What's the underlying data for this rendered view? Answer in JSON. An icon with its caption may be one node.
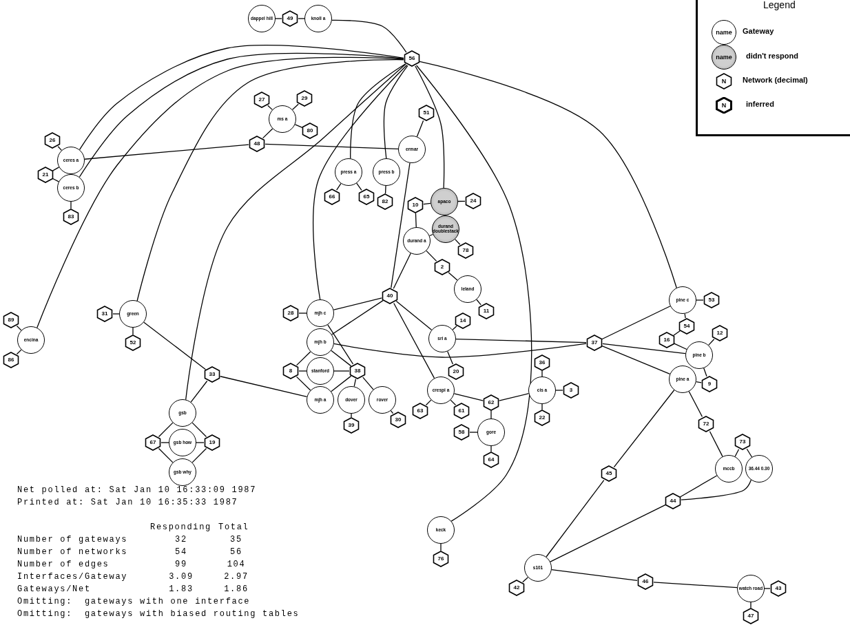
{
  "diagram": {
    "nodes": [
      {
        "text": [
          "dappel hill"
        ]
      },
      {
        "text": [
          "49"
        ]
      },
      {
        "text": [
          "knoll a"
        ]
      },
      {
        "text": [
          "56"
        ]
      },
      {
        "text": [
          "26"
        ]
      },
      {
        "text": [
          "ceres a"
        ]
      },
      {
        "text": [
          "21"
        ]
      },
      {
        "text": [
          "ceres b"
        ]
      },
      {
        "text": [
          "83"
        ]
      },
      {
        "text": [
          "27"
        ]
      },
      {
        "text": [
          "29"
        ]
      },
      {
        "text": [
          "ms a"
        ]
      },
      {
        "text": [
          "48"
        ]
      },
      {
        "text": [
          "80"
        ]
      },
      {
        "text": [
          "51"
        ]
      },
      {
        "text": [
          "ermar"
        ]
      },
      {
        "text": [
          "press a"
        ]
      },
      {
        "text": [
          "66"
        ]
      },
      {
        "text": [
          "65"
        ]
      },
      {
        "text": [
          "press b"
        ]
      },
      {
        "text": [
          "82"
        ]
      },
      {
        "text": [
          "10"
        ]
      },
      {
        "text": [
          "apaco"
        ]
      },
      {
        "text": [
          "24"
        ]
      },
      {
        "text": [
          "durand doublestack"
        ]
      },
      {
        "text": [
          "durand a"
        ]
      },
      {
        "text": [
          "78"
        ]
      },
      {
        "text": [
          "2"
        ]
      },
      {
        "text": [
          "leland"
        ]
      },
      {
        "text": [
          "11"
        ]
      },
      {
        "text": [
          "40"
        ]
      },
      {
        "text": [
          "89"
        ]
      },
      {
        "text": [
          "encina"
        ]
      },
      {
        "text": [
          "86"
        ]
      },
      {
        "text": [
          "31"
        ]
      },
      {
        "text": [
          "green"
        ]
      },
      {
        "text": [
          "52"
        ]
      },
      {
        "text": [
          "28"
        ]
      },
      {
        "text": [
          "mjh c"
        ]
      },
      {
        "text": [
          "mjh b"
        ]
      },
      {
        "text": [
          "8"
        ]
      },
      {
        "text": [
          "stanford"
        ]
      },
      {
        "text": [
          "38"
        ]
      },
      {
        "text": [
          "mjh a"
        ]
      },
      {
        "text": [
          "dover"
        ]
      },
      {
        "text": [
          "rover"
        ]
      },
      {
        "text": [
          "39"
        ]
      },
      {
        "text": [
          "30"
        ]
      },
      {
        "text": [
          "33"
        ]
      },
      {
        "text": [
          "gsb"
        ]
      },
      {
        "text": [
          "67"
        ]
      },
      {
        "text": [
          "gsb how"
        ]
      },
      {
        "text": [
          "19"
        ]
      },
      {
        "text": [
          "gsb why"
        ]
      },
      {
        "text": [
          "sri a"
        ]
      },
      {
        "text": [
          "14"
        ]
      },
      {
        "text": [
          "20"
        ]
      },
      {
        "text": [
          "crespi a"
        ]
      },
      {
        "text": [
          "63"
        ]
      },
      {
        "text": [
          "61"
        ]
      },
      {
        "text": [
          "62"
        ]
      },
      {
        "text": [
          "cis a"
        ]
      },
      {
        "text": [
          "36"
        ]
      },
      {
        "text": [
          "3"
        ]
      },
      {
        "text": [
          "22"
        ]
      },
      {
        "text": [
          "58"
        ]
      },
      {
        "text": [
          "gore"
        ]
      },
      {
        "text": [
          "64"
        ]
      },
      {
        "text": [
          "keck"
        ]
      },
      {
        "text": [
          "76"
        ]
      },
      {
        "text": [
          "37"
        ]
      },
      {
        "text": [
          "pine c"
        ]
      },
      {
        "text": [
          "53"
        ]
      },
      {
        "text": [
          "54"
        ]
      },
      {
        "text": [
          "16"
        ]
      },
      {
        "text": [
          "12"
        ]
      },
      {
        "text": [
          "pine b"
        ]
      },
      {
        "text": [
          "9"
        ]
      },
      {
        "text": [
          "pine a"
        ]
      },
      {
        "text": [
          "72"
        ]
      },
      {
        "text": [
          "73"
        ]
      },
      {
        "text": [
          "mccb"
        ]
      },
      {
        "text": [
          "36.44 0.30"
        ]
      },
      {
        "text": [
          "45"
        ]
      },
      {
        "text": [
          "44"
        ]
      },
      {
        "text": [
          "s101"
        ]
      },
      {
        "text": [
          "42"
        ]
      },
      {
        "text": [
          "46"
        ]
      },
      {
        "text": [
          "watch road"
        ]
      },
      {
        "text": [
          "43"
        ]
      },
      {
        "text": [
          "47"
        ]
      }
    ],
    "edges": [
      {
        "from": 0,
        "to": 1,
        "arrow": "none"
      },
      {
        "from": 1,
        "to": 2,
        "arrow": "none"
      },
      {
        "from": 2,
        "to": 3,
        "arrow": "none"
      },
      {
        "from": 3,
        "to": 5,
        "arrow": "none"
      },
      {
        "from": 3,
        "to": 7,
        "arrow": "none"
      },
      {
        "from": 3,
        "to": 32,
        "arrow": "none"
      },
      {
        "from": 3,
        "to": 35,
        "arrow": "none"
      },
      {
        "from": 3,
        "to": 49,
        "arrow": "none"
      },
      {
        "from": 3,
        "to": 38,
        "arrow": "none"
      },
      {
        "from": 3,
        "to": 16,
        "arrow": "none"
      },
      {
        "from": 3,
        "to": 19,
        "arrow": "none"
      },
      {
        "from": 3,
        "to": 22,
        "arrow": "none"
      },
      {
        "from": 3,
        "to": 68,
        "arrow": "none"
      },
      {
        "from": 3,
        "to": 71,
        "arrow": "none"
      },
      {
        "from": 5,
        "to": 4,
        "arrow": "none"
      },
      {
        "from": 5,
        "to": 6,
        "arrow": "none"
      },
      {
        "from": 7,
        "to": 6,
        "arrow": "none"
      },
      {
        "from": 7,
        "to": 8,
        "arrow": "none"
      },
      {
        "from": 5,
        "to": 12,
        "arrow": "none"
      },
      {
        "from": 12,
        "to": 11,
        "arrow": "none"
      },
      {
        "from": 11,
        "to": 9,
        "arrow": "none"
      },
      {
        "from": 11,
        "to": 10,
        "arrow": "none"
      },
      {
        "from": 11,
        "to": 13,
        "arrow": "none"
      },
      {
        "from": 12,
        "to": 15,
        "arrow": "none"
      },
      {
        "from": 15,
        "to": 14,
        "arrow": "none"
      },
      {
        "from": 15,
        "to": 30,
        "arrow": "none"
      },
      {
        "from": 16,
        "to": 17,
        "arrow": "none"
      },
      {
        "from": 16,
        "to": 18,
        "arrow": "none"
      },
      {
        "from": 19,
        "to": 20,
        "arrow": "none"
      },
      {
        "from": 21,
        "to": 22,
        "arrow": "none"
      },
      {
        "from": 22,
        "to": 23,
        "arrow": "none"
      },
      {
        "from": 21,
        "to": 25,
        "arrow": "none"
      },
      {
        "from": 25,
        "to": 24,
        "arrow": "none"
      },
      {
        "from": 24,
        "to": 26,
        "arrow": "none"
      },
      {
        "from": 25,
        "to": 27,
        "arrow": "none"
      },
      {
        "from": 27,
        "to": 28,
        "arrow": "none"
      },
      {
        "from": 28,
        "to": 29,
        "arrow": "none"
      },
      {
        "from": 25,
        "to": 30,
        "arrow": "none"
      },
      {
        "from": 30,
        "to": 38,
        "arrow": "none"
      },
      {
        "from": 30,
        "to": 39,
        "arrow": "none"
      },
      {
        "from": 30,
        "to": 54,
        "arrow": "none"
      },
      {
        "from": 30,
        "to": 57,
        "arrow": "none"
      },
      {
        "from": 38,
        "to": 37,
        "arrow": "none"
      },
      {
        "from": 38,
        "to": 42,
        "arrow": "none"
      },
      {
        "from": 39,
        "to": 42,
        "arrow": "none"
      },
      {
        "from": 39,
        "to": 40,
        "arrow": "none"
      },
      {
        "from": 40,
        "to": 41,
        "arrow": "none"
      },
      {
        "from": 41,
        "to": 42,
        "arrow": "none"
      },
      {
        "from": 40,
        "to": 43,
        "arrow": "none"
      },
      {
        "from": 43,
        "to": 42,
        "arrow": "none"
      },
      {
        "from": 42,
        "to": 44,
        "arrow": "none"
      },
      {
        "from": 42,
        "to": 45,
        "arrow": "none"
      },
      {
        "from": 44,
        "to": 46,
        "arrow": "none"
      },
      {
        "from": 45,
        "to": 47,
        "arrow": "none"
      },
      {
        "from": 39,
        "to": 70,
        "arrow": "none"
      },
      {
        "from": 54,
        "to": 70,
        "arrow": "none"
      },
      {
        "from": 32,
        "to": 31,
        "arrow": "none"
      },
      {
        "from": 32,
        "to": 33,
        "arrow": "none"
      },
      {
        "from": 35,
        "to": 34,
        "arrow": "none"
      },
      {
        "from": 35,
        "to": 36,
        "arrow": "none"
      },
      {
        "from": 35,
        "to": 48,
        "arrow": "none"
      },
      {
        "from": 48,
        "to": 49,
        "arrow": "none"
      },
      {
        "from": 48,
        "to": 43,
        "arrow": "none"
      },
      {
        "from": 49,
        "to": 50,
        "arrow": "none"
      },
      {
        "from": 49,
        "to": 52,
        "arrow": "none"
      },
      {
        "from": 50,
        "to": 51,
        "arrow": "none"
      },
      {
        "from": 51,
        "to": 52,
        "arrow": "none"
      },
      {
        "from": 50,
        "to": 53,
        "arrow": "none"
      },
      {
        "from": 52,
        "to": 53,
        "arrow": "none"
      },
      {
        "from": 54,
        "to": 55,
        "arrow": "none"
      },
      {
        "from": 54,
        "to": 56,
        "arrow": "none"
      },
      {
        "from": 57,
        "to": 58,
        "arrow": "none"
      },
      {
        "from": 57,
        "to": 59,
        "arrow": "none"
      },
      {
        "from": 57,
        "to": 60,
        "arrow": "none"
      },
      {
        "from": 60,
        "to": 61,
        "arrow": "none"
      },
      {
        "from": 61,
        "to": 62,
        "arrow": "none"
      },
      {
        "from": 61,
        "to": 63,
        "arrow": "none"
      },
      {
        "from": 61,
        "to": 64,
        "arrow": "none"
      },
      {
        "from": 60,
        "to": 66,
        "arrow": "none"
      },
      {
        "from": 66,
        "to": 65,
        "arrow": "none"
      },
      {
        "from": 66,
        "to": 67,
        "arrow": "none"
      },
      {
        "from": 68,
        "to": 69,
        "arrow": "none"
      },
      {
        "from": 70,
        "to": 71,
        "arrow": "none"
      },
      {
        "from": 70,
        "to": 76,
        "arrow": "none"
      },
      {
        "from": 70,
        "to": 78,
        "arrow": "none"
      },
      {
        "from": 71,
        "to": 72,
        "arrow": "none"
      },
      {
        "from": 71,
        "to": 73,
        "arrow": "none"
      },
      {
        "from": 73,
        "to": 74,
        "arrow": "none"
      },
      {
        "from": 74,
        "to": 76,
        "arrow": "none"
      },
      {
        "from": 76,
        "to": 75,
        "arrow": "none"
      },
      {
        "from": 76,
        "to": 77,
        "arrow": "none"
      },
      {
        "from": 78,
        "to": 77,
        "arrow": "none"
      },
      {
        "from": 78,
        "to": 79,
        "arrow": "none"
      },
      {
        "from": 79,
        "to": 81,
        "arrow": "none"
      },
      {
        "from": 81,
        "to": 80,
        "arrow": "none"
      },
      {
        "from": 80,
        "to": 82,
        "arrow": "none"
      },
      {
        "from": 81,
        "to": 84,
        "arrow": "none"
      },
      {
        "from": 82,
        "to": 84,
        "arrow": "none"
      },
      {
        "from": 78,
        "to": 83,
        "arrow": "none"
      },
      {
        "from": 83,
        "to": 85,
        "arrow": "none"
      },
      {
        "from": 84,
        "to": 85,
        "arrow": "none"
      },
      {
        "from": 85,
        "to": 86,
        "arrow": "none"
      },
      {
        "from": 85,
        "to": 87,
        "arrow": "none"
      },
      {
        "from": 87,
        "to": 88,
        "arrow": "none"
      },
      {
        "from": 88,
        "to": 89,
        "arrow": "none"
      },
      {
        "from": 88,
        "to": 90,
        "arrow": "none"
      }
    ],
    "labels": [
      "Legend",
      "name",
      "name",
      "N",
      "N",
      "Net polled at: Sat Jan 10 16:33:09 1987",
      "Printed at: Sat Jan 10 16:35:33 1987",
      "Responding",
      "Total",
      "Number of gateways",
      "32",
      "35",
      "Number of networks",
      "54",
      "56",
      "Number of edges",
      "99",
      "104",
      "Interfaces/Gateway",
      "3.09",
      "2.97",
      "Gateways/Net",
      "1.83",
      "1.86",
      "Omitting:  gateways with one interface",
      "Omitting:  gateways with biased routing tables"
    ],
    "legend": [
      {
        "text": "Gateway"
      },
      {
        "text": "didn't respond"
      },
      {
        "text": "Network (decimal)"
      },
      {
        "text": "inferred"
      }
    ]
  }
}
